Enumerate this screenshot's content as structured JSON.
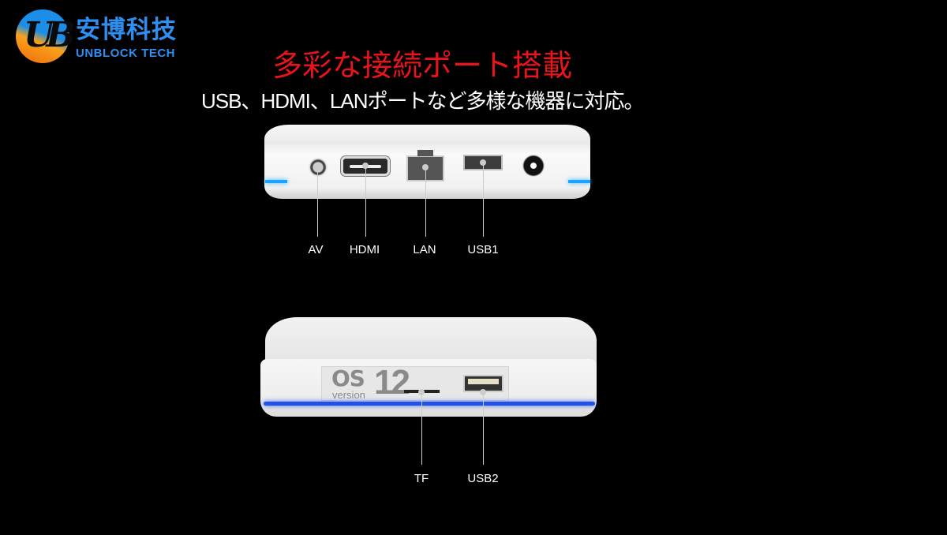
{
  "logo": {
    "name_cn": "安博科技",
    "name_en": "UNBLOCK TECH",
    "mark": "UB",
    "colors": {
      "blue": "#2f8ff0",
      "orange": "#f7a21b"
    }
  },
  "headline": {
    "title": "多彩な接続ポート搭載",
    "subtitle": "USB、HDMI、LANポートなど多様な機器に対応。",
    "title_color": "#e8141c"
  },
  "rear_view": {
    "labels": [
      "AV",
      "HDMI",
      "LAN",
      "USB1"
    ]
  },
  "side_view": {
    "badge_os": "OS",
    "badge_version": "version",
    "badge_number": "12",
    "labels": [
      "TF",
      "USB2"
    ]
  }
}
